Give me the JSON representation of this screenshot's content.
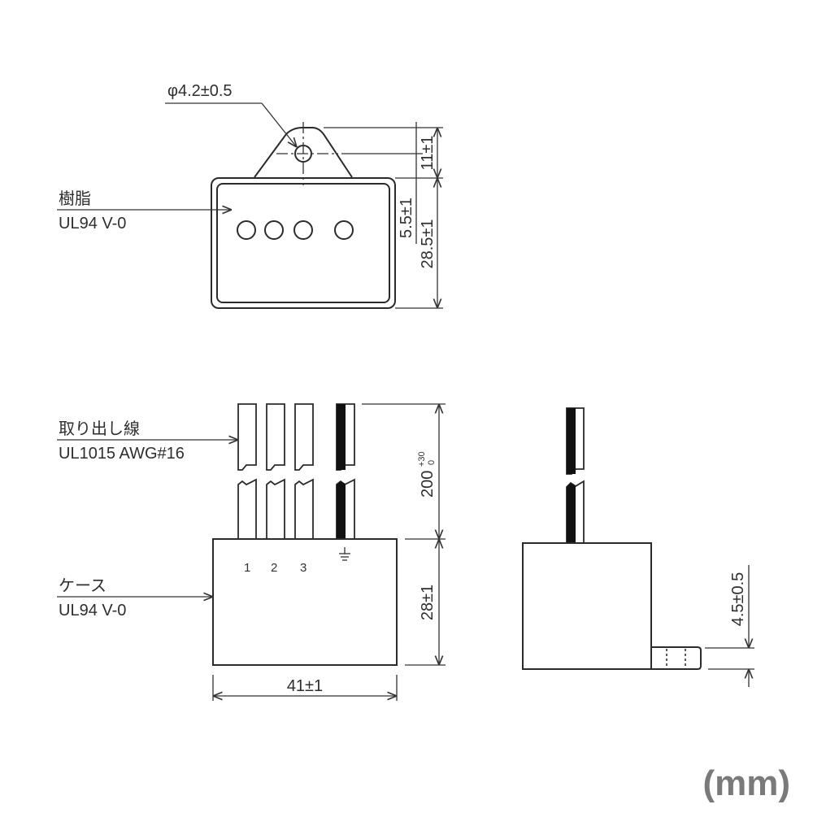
{
  "drawing": {
    "unit_label": "(mm)",
    "top_view": {
      "hole_dim": "φ4.2±0.5",
      "resin_label_jp": "樹脂",
      "resin_label_spec": "UL94 V-0",
      "dim_tab_height": "11±1",
      "dim_tab_offset": "5.5±1",
      "dim_body_height": "28.5±1"
    },
    "front_view": {
      "lead_label_jp": "取り出し線",
      "lead_label_spec": "UL1015 AWG#16",
      "case_label_jp": "ケース",
      "case_label_spec": "UL94 V-0",
      "terminal_labels": [
        "1",
        "2",
        "3"
      ],
      "ground_symbol": "earth-ground",
      "dim_lead_length": "200",
      "dim_lead_tol_plus": "+30",
      "dim_lead_tol_minus": "0",
      "dim_case_height": "28±1",
      "dim_case_width": "41±1"
    },
    "side_view": {
      "dim_tab_thickness": "4.5±0.5"
    }
  }
}
